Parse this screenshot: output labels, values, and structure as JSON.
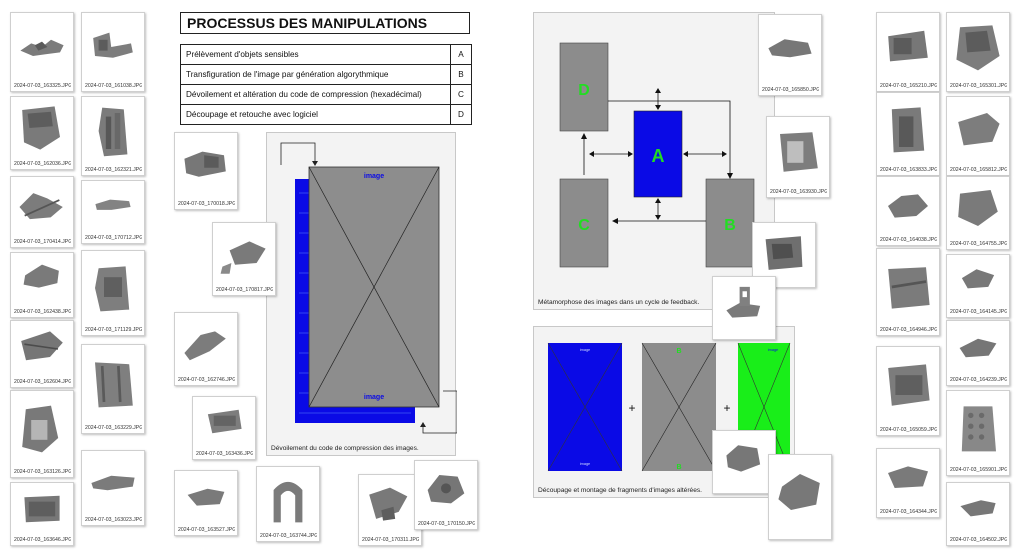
{
  "title": "PROCESSUS DES MANIPULATIONS",
  "steps": [
    {
      "label": "Prélèvement d'objets sensibles",
      "key": "A"
    },
    {
      "label": "Transfiguration de l'image par génération algorythmique",
      "key": "B"
    },
    {
      "label": "Dévoilement et altération du code de compression (hexadécimal)",
      "key": "C"
    },
    {
      "label": "Découpage et retouche avec logiciel",
      "key": "D"
    }
  ],
  "panels": {
    "decompression": {
      "caption": "Dévoilement du code de compression des images.",
      "image_label_top": "image",
      "image_label_bottom": "image"
    },
    "feedback": {
      "caption": "Métamorphose des images dans un cycle de feedback.",
      "nodes": {
        "a": "A",
        "b": "B",
        "c": "C",
        "d": "D"
      }
    },
    "montage": {
      "caption": "Découpage et montage de fragments d'images altérées.",
      "small_label": "image",
      "small_b": "B",
      "plus": "+"
    }
  },
  "colors": {
    "blue": "#0a0ae6",
    "green": "#19ee19",
    "gray": "#8c8c8c",
    "letter_green": "#22dd22"
  },
  "thumbnails": {
    "t01": "2024-07-03_163325.JPG",
    "t02": "2024-07-03_161038.JPG",
    "t03": "2024-07-03_162036.JPG",
    "t04": "2024-07-03_162321.JPG",
    "t05": "2024-07-03_170414.JPG",
    "t06": "2024-07-03_170712.JPG",
    "t07": "2024-07-03_162438.JPG",
    "t08": "2024-07-03_171129.JPG",
    "t09": "2024-07-03_162604.JPG",
    "t10": "2024-07-03_163229.JPG",
    "t11": "2024-07-03_163126.JPG",
    "t12": "2024-07-03_163023.JPG",
    "t13": "2024-07-03_163646.JPG",
    "t14": "2024-07-03_170018.JPG",
    "t15": "2024-07-03_170817.JPG",
    "t16": "2024-07-03_162746.JPG",
    "t17": "2024-07-03_163436.JPG",
    "t18": "2024-07-03_163527.JPG",
    "t19": "2024-07-03_163744.JPG",
    "t20": "2024-07-03_170311.JPG",
    "t21": "2024-07-03_170150.JPG",
    "t22": "2024-07-03_165850.JPG",
    "t23": "2024-07-03_163930.JPG",
    "t24": "2024-07-03_165210.JPG",
    "t25": "2024-07-03_165301.JPG",
    "t26": "2024-07-03_163833.JPG",
    "t27": "2024-07-03_165812.JPG",
    "t28": "2024-07-03_164038.JPG",
    "t29": "2024-07-03_164755.JPG",
    "t30": "2024-07-03_164145.JPG",
    "t31": "2024-07-03_164946.JPG",
    "t32": "2024-07-03_164239.JPG",
    "t33": "2024-07-03_165059.JPG",
    "t34": "2024-07-03_165901.JPG",
    "t35": "2024-07-03_164344.JPG",
    "t36": "2024-07-03_164502.JPG"
  }
}
